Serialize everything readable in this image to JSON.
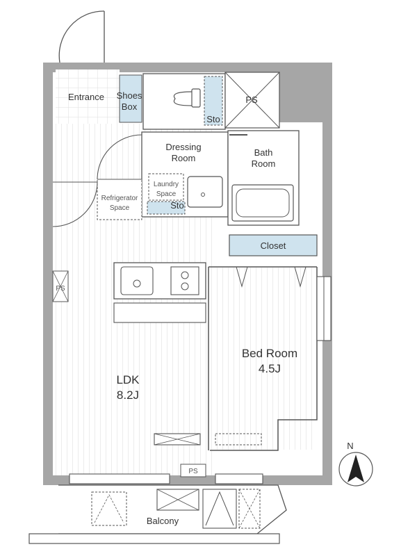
{
  "floorplan": {
    "rooms": {
      "entrance": "Entrance",
      "shoes_box_line1": "Shoes",
      "shoes_box_line2": "Box",
      "dressing_line1": "Dressing",
      "dressing_line2": "Room",
      "bath_line1": "Bath",
      "bath_line2": "Room",
      "closet": "Closet",
      "bed_room": "Bed Room",
      "bed_size": "4.5J",
      "ldk": "LDK",
      "ldk_size": "8.2J",
      "balcony": "Balcony"
    },
    "labels": {
      "ps": "PS",
      "sto": "Sto",
      "laundry_line1": "Laundry",
      "laundry_line2": "Space",
      "refrigerator_line1": "Refrigerator",
      "refrigerator_line2": "Space"
    },
    "compass": {
      "north": "N"
    },
    "colors": {
      "wall": "#a6a6a6",
      "line": "#555555",
      "storage_fill": "#cfe3ee",
      "floor_stripe": "#dedede"
    }
  }
}
